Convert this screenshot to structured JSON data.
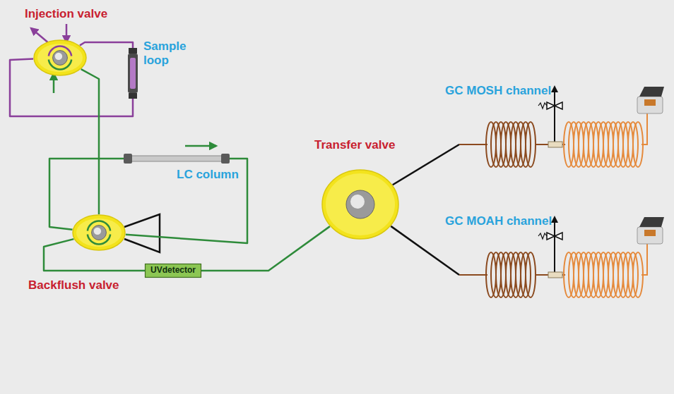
{
  "diagram": {
    "nodes": [
      {
        "text": [
          "Injection valve"
        ]
      },
      {
        "text": [
          "Sample loop"
        ]
      },
      {
        "text": [
          "LC column"
        ]
      },
      {
        "text": [
          "Backflush valve"
        ]
      },
      {
        "text": [
          "UVdetector"
        ]
      },
      {
        "text": [
          "Transfer valve"
        ]
      },
      {
        "text": [
          "GC MOSH channel"
        ]
      },
      {
        "text": [
          "GC MOAH channel"
        ]
      }
    ],
    "edges": [
      {
        "from": 0,
        "to": 1,
        "arrow": "none"
      },
      {
        "from": 1,
        "to": 0,
        "arrow": "none"
      },
      {
        "from": 0,
        "to": 3,
        "arrow": "none"
      },
      {
        "from": 3,
        "to": 2,
        "arrow": "none"
      },
      {
        "from": 2,
        "to": 3,
        "arrow": "none"
      },
      {
        "from": 3,
        "to": 4,
        "arrow": "none"
      },
      {
        "from": 4,
        "to": 5,
        "arrow": "none"
      },
      {
        "from": 5,
        "to": 6,
        "arrow": "none"
      },
      {
        "from": 5,
        "to": 7,
        "arrow": "none"
      }
    ]
  }
}
